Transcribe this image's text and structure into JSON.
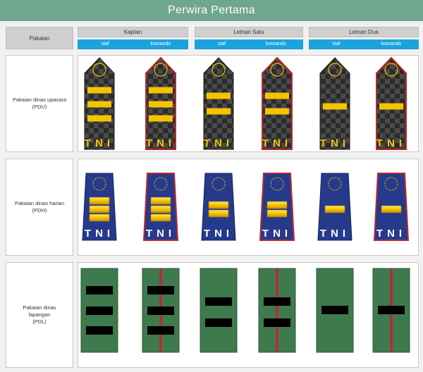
{
  "title": "Perwira Pertama",
  "header": {
    "pakaian": "Pakaian",
    "ranks": [
      {
        "label": "Kaptan",
        "sub": [
          "staf",
          "komando"
        ]
      },
      {
        "label": "Letnan Satu",
        "sub": [
          "staf",
          "komando"
        ]
      },
      {
        "label": "Letnan Dua",
        "sub": [
          "staf",
          "komando"
        ]
      }
    ]
  },
  "rows": [
    {
      "label": "Pakaian dinas upacara\n(PDU)",
      "insignia_text": "TNI"
    },
    {
      "label": "Pakaian dinas harian\n(PDH)",
      "insignia_text": "TNI"
    },
    {
      "label": "Pakaian dinas\nlapangan\n(PDL)"
    }
  ],
  "bars_per_rank": [
    3,
    2,
    1
  ],
  "colors": {
    "header_green": "#6fa68f",
    "sub_blue": "#1ba3dd",
    "pdu_dark": "#2b2b2b",
    "pdh_blue": "#263a8c",
    "pdl_green": "#3e7a4e",
    "gold": "#f5c400",
    "komando_red": "#c0262f"
  }
}
